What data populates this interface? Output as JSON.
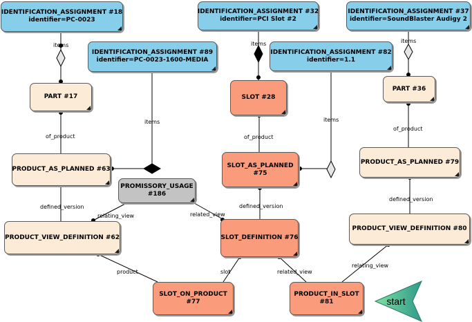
{
  "nodes": {
    "ia18": {
      "line1": "IDENTIFICATION_ASSIGNMENT #18",
      "line2": "identifier=PC-0023"
    },
    "ia89": {
      "line1": "IDENTIFICATION_ASSIGNMENT #89",
      "line2": "identifier=PC-0023-1600-MEDIA"
    },
    "ia32": {
      "line1": "IDENTIFICATION_ASSIGNMENT #32",
      "line2": "identifier=PCI Slot #2"
    },
    "ia82": {
      "line1": "IDENTIFICATION_ASSIGNMENT #82",
      "line2": "identifier=1.1"
    },
    "ia37": {
      "line1": "IDENTIFICATION_ASSIGNMENT #37",
      "line2": "identifier=SoundBlaster Audigy 2"
    },
    "part17": {
      "line1": "PART #17"
    },
    "part36": {
      "line1": "PART #36"
    },
    "slot28": {
      "line1": "SLOT #28"
    },
    "pap63": {
      "line1": "PRODUCT_AS_PLANNED #63"
    },
    "pap79": {
      "line1": "PRODUCT_AS_PLANNED #79"
    },
    "sap75": {
      "line1": "SLOT_AS_PLANNED",
      "line2": "#75"
    },
    "pu186": {
      "line1": "PROMISSORY_USAGE",
      "line2": "#186"
    },
    "pvd62": {
      "line1": "PRODUCT_VIEW_DEFINITION #62"
    },
    "pvd80": {
      "line1": "PRODUCT_VIEW_DEFINITION #80"
    },
    "sd76": {
      "line1": "SLOT_DEFINITION #76"
    },
    "sop77": {
      "line1": "SLOT_ON_PRODUCT",
      "line2": "#77"
    },
    "pis81": {
      "line1": "PRODUCT_IN_SLOT",
      "line2": "#81"
    }
  },
  "edge_labels": {
    "items_18": "items",
    "items_89": "items",
    "items_32": "items",
    "items_82": "items",
    "items_37": "items",
    "of_product_17": "of_product",
    "of_product_28": "of_product",
    "of_product_36": "of_product",
    "defined_version_63": "defined_version",
    "defined_version_75": "defined_version",
    "defined_version_79": "defined_version",
    "relating_view_186": "relating_view",
    "related_view_186": "related_view",
    "product_77": "product",
    "slot_77": "slot",
    "related_view_81": "related_view",
    "relating_view_81": "relating_view"
  },
  "start_label": "start",
  "colors": {
    "identification": "#87ceeb",
    "part": "#fbebd7",
    "slot": "#fa9b7c",
    "usage": "#c3c3c3",
    "start_arrow": "#3cb371"
  }
}
